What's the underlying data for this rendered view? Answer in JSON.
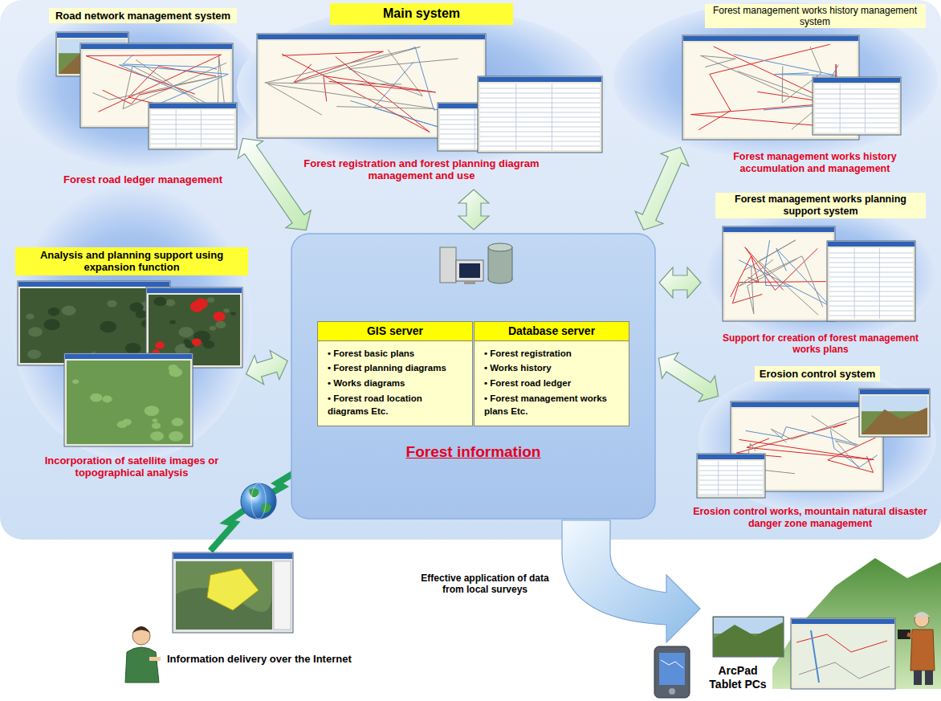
{
  "diagram": {
    "nodes": [
      {
        "text": [
          "Road network management system",
          "Forest road ledger management"
        ]
      },
      {
        "text": [
          "Main system",
          "Forest registration and forest planning diagram management and use"
        ]
      },
      {
        "text": [
          "Forest management works history management system",
          "Forest management works history accumulation and management"
        ]
      },
      {
        "text": [
          "Analysis and planning support using expansion function",
          "Incorporation of satellite images or topographical analysis"
        ]
      },
      {
        "text": [
          "Forest information"
        ]
      },
      {
        "text": [
          "GIS server",
          "• Forest basic plans",
          "• Forest planning diagrams",
          "• Works diagrams",
          "• Forest road location diagrams Etc."
        ],
        "in": 4
      },
      {
        "text": [
          "Database server",
          "• Forest registration",
          "• Works history",
          "• Forest road ledger",
          "• Forest management works plans Etc."
        ],
        "in": 4
      },
      {
        "text": [
          "Forest management works planning support system",
          "Support for creation of forest management works plans"
        ]
      },
      {
        "text": [
          "Erosion control system",
          "Erosion control works, mountain natural disaster danger zone management"
        ]
      }
    ],
    "edges": [
      {
        "from": 0,
        "to": 4,
        "arrow": "both"
      },
      {
        "from": 1,
        "to": 4,
        "arrow": "both"
      },
      {
        "from": 2,
        "to": 4,
        "arrow": "both"
      },
      {
        "from": 3,
        "to": 4,
        "arrow": "both"
      },
      {
        "from": 7,
        "to": 4,
        "arrow": "both"
      },
      {
        "from": 8,
        "to": 4,
        "arrow": "both"
      }
    ],
    "labels": [
      "Information delivery over the Internet",
      "Effective application of data from local surveys",
      "ArcPad Tablet PCs"
    ]
  }
}
